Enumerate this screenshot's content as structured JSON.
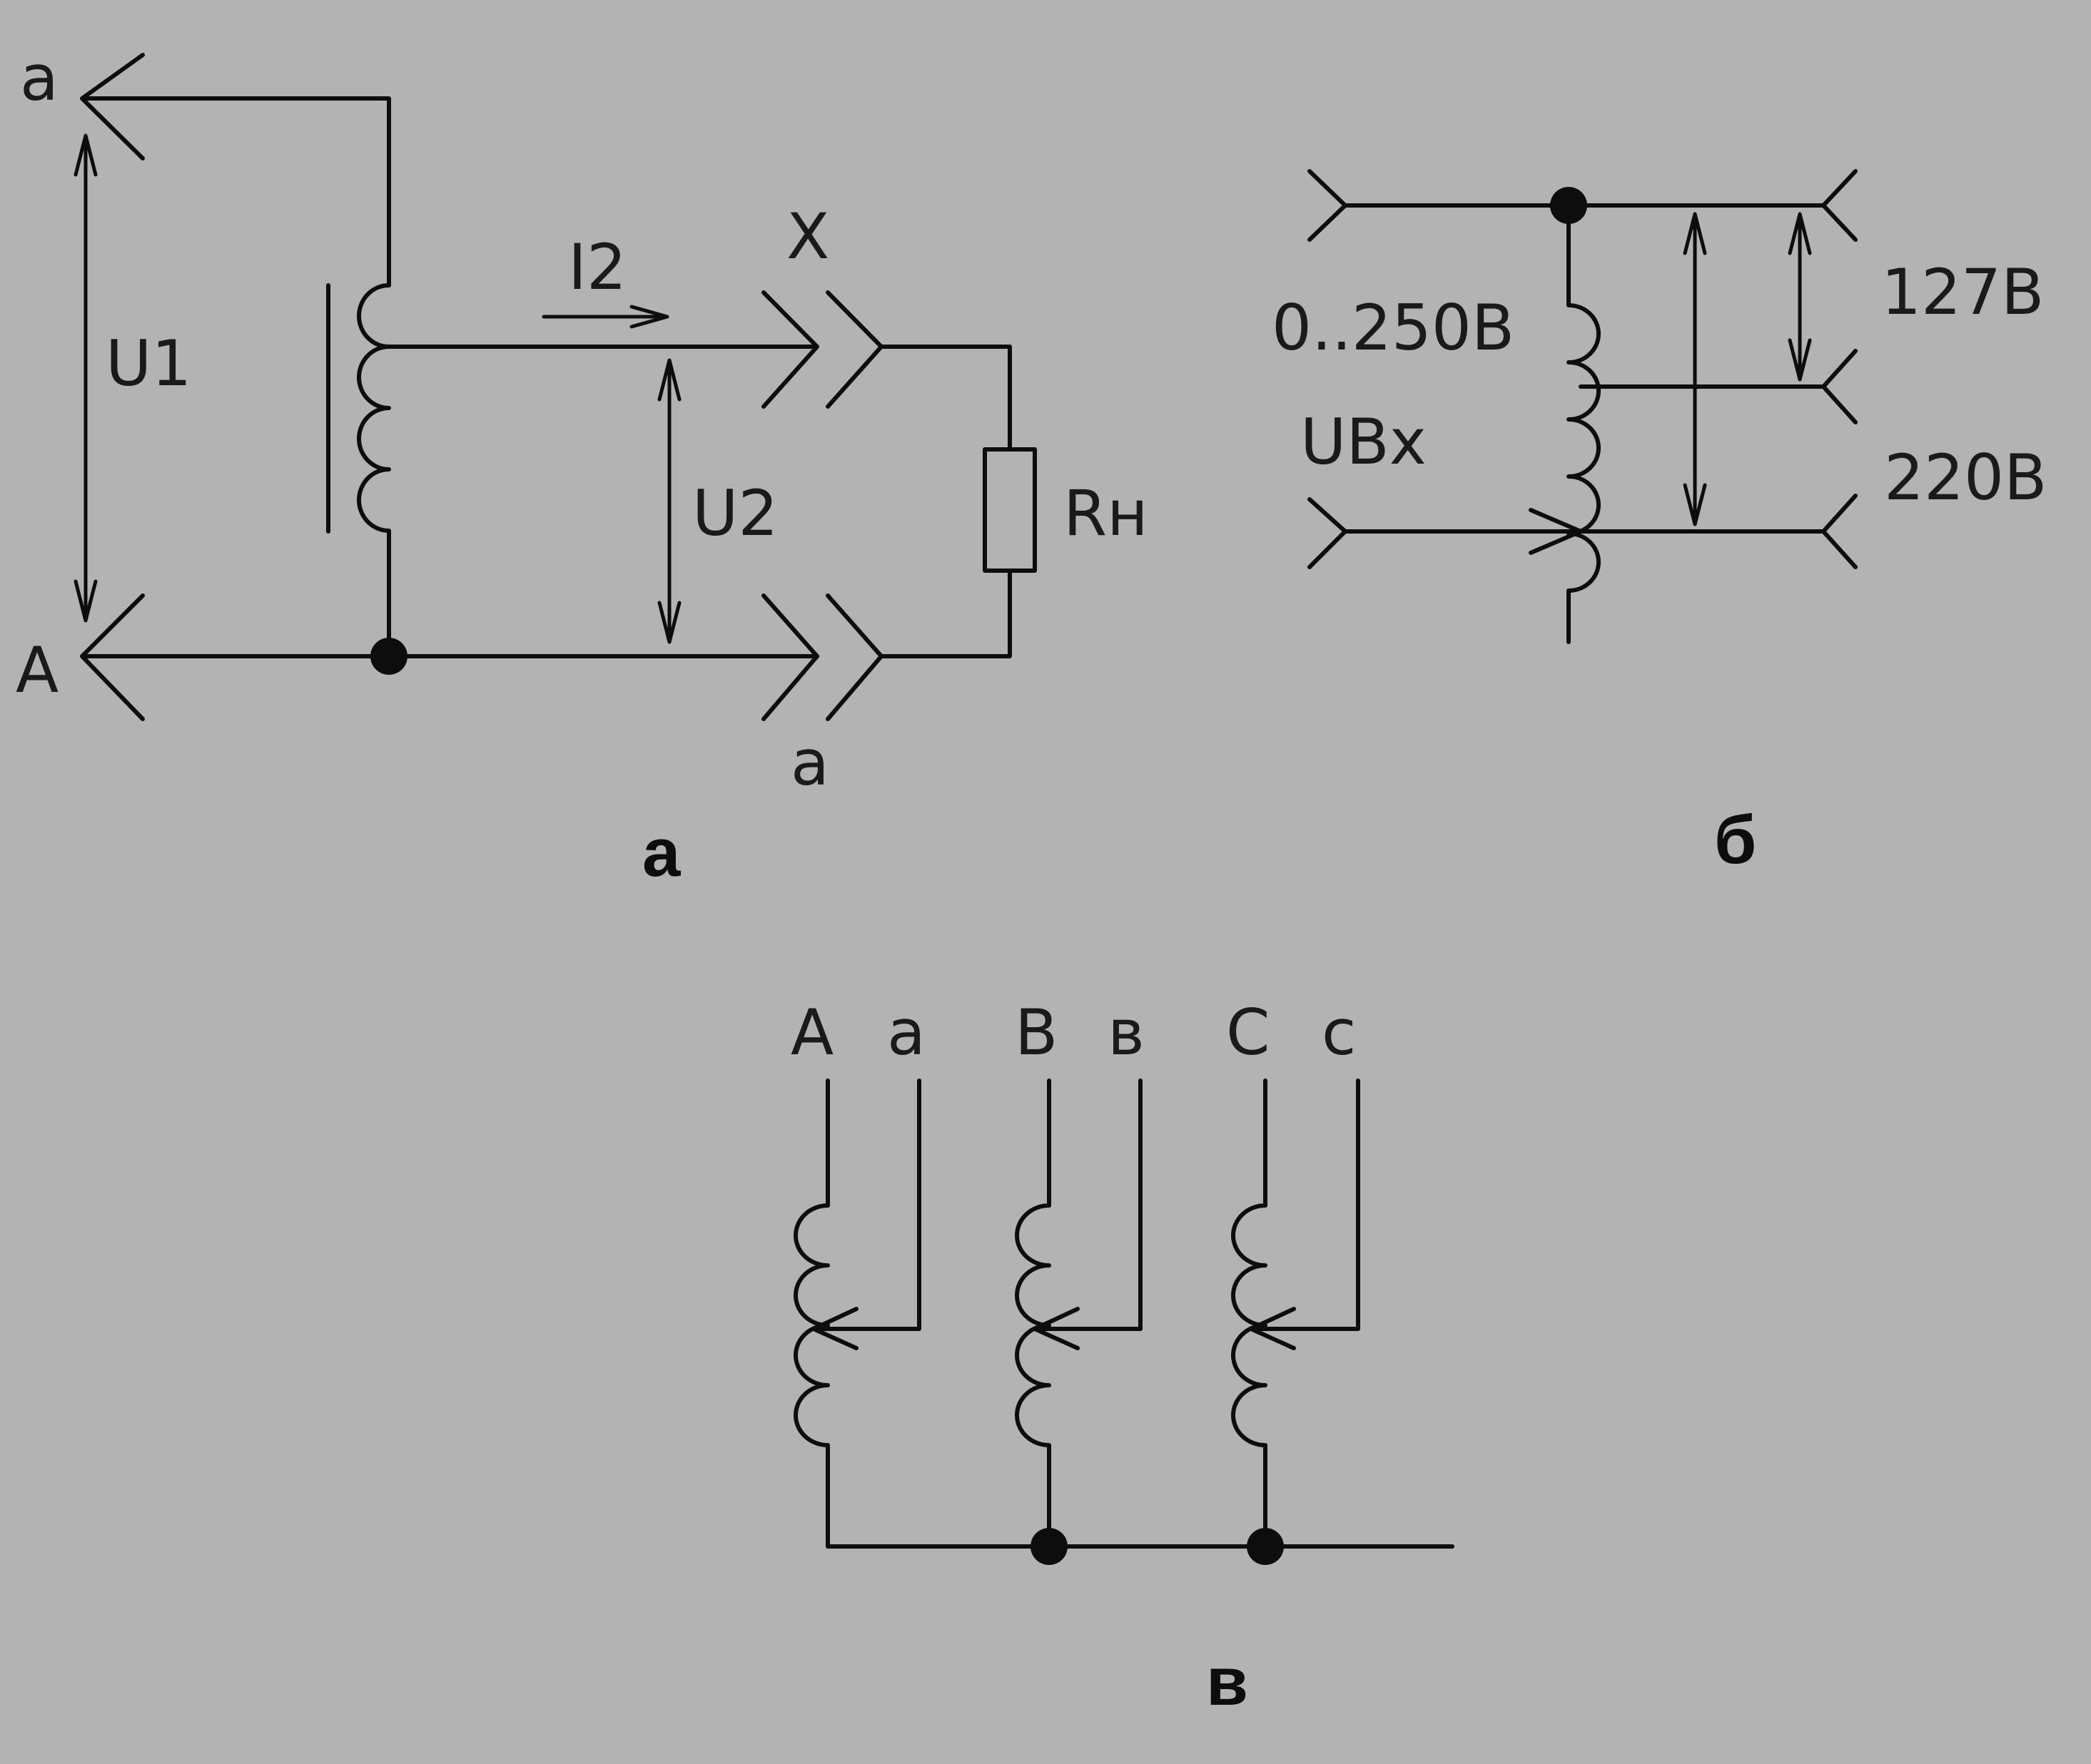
{
  "diagram_a": {
    "terminal_a_top": "a",
    "terminal_A": "A",
    "terminal_X": "X",
    "terminal_a_bottom": "a",
    "voltage_U1": "U1",
    "voltage_U2": "U2",
    "current_I2": "I2",
    "load": "Rн",
    "caption": "а"
  },
  "diagram_b": {
    "range": "0..250B",
    "input": "UВх",
    "tap_127": "127B",
    "tap_220": "220B",
    "caption": "б"
  },
  "diagram_c": {
    "A": "A",
    "a": "a",
    "B": "B",
    "b": "в",
    "C": "C",
    "c": "c",
    "caption": "в"
  }
}
